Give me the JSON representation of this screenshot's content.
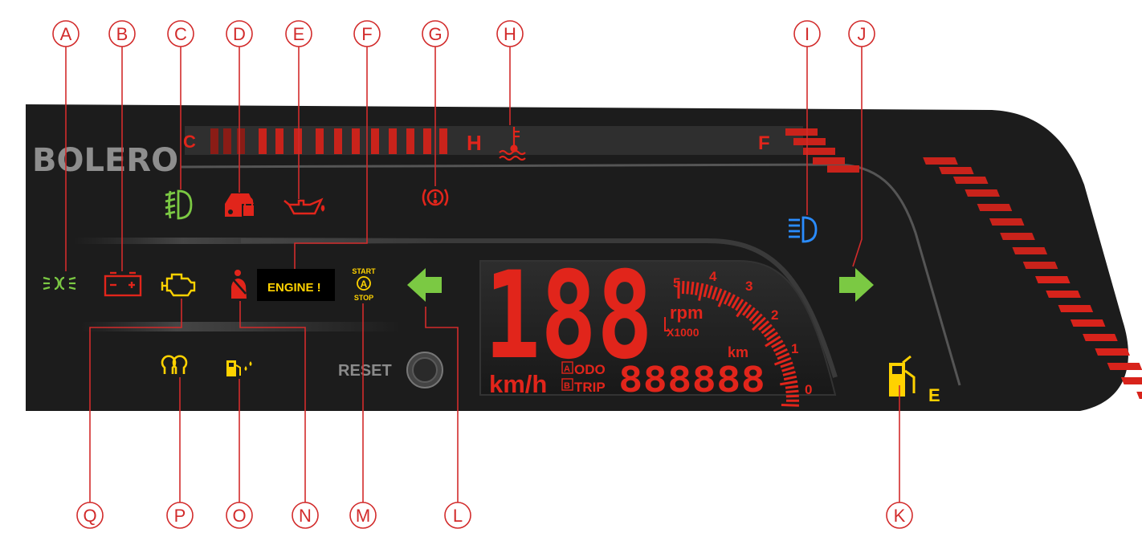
{
  "cluster": {
    "brand": "BOLERO",
    "temp_cold": "C",
    "temp_hot": "H",
    "fuel_full": "F",
    "fuel_empty": "E",
    "engine_message": "ENGINE !",
    "start_stop_top": "START",
    "start_stop_mid": "A",
    "start_stop_bottom": "STOP",
    "reset": "RESET",
    "speed_digits": "188",
    "speed_unit": "km/h",
    "odo_marker": "A",
    "odo_label": "ODO",
    "trip_marker": "B",
    "trip_label": "TRIP",
    "odometer_digits": "888888",
    "rpm_label": "rpm",
    "rpm_multiplier": "X1000",
    "rpm_km": "km",
    "rpm_ticks": [
      "5",
      "4",
      "3",
      "2",
      "1",
      "0"
    ]
  },
  "callouts": [
    {
      "id": "A",
      "icon": "position-lamp-icon"
    },
    {
      "id": "B",
      "icon": "battery-icon"
    },
    {
      "id": "C",
      "icon": "front-fog-lamp-icon"
    },
    {
      "id": "D",
      "icon": "immobilizer-icon"
    },
    {
      "id": "E",
      "icon": "oil-pressure-icon"
    },
    {
      "id": "F",
      "icon": "engine-message-display"
    },
    {
      "id": "G",
      "icon": "brake-warning-icon"
    },
    {
      "id": "H",
      "icon": "temperature-gauge"
    },
    {
      "id": "I",
      "icon": "high-beam-icon"
    },
    {
      "id": "J",
      "icon": "right-turn-indicator-icon"
    },
    {
      "id": "K",
      "icon": "fuel-gauge"
    },
    {
      "id": "L",
      "icon": "left-turn-indicator-icon"
    },
    {
      "id": "M",
      "icon": "start-stop-icon"
    },
    {
      "id": "N",
      "icon": "seat-belt-icon"
    },
    {
      "id": "O",
      "icon": "water-in-fuel-icon"
    },
    {
      "id": "P",
      "icon": "glow-plug-icon"
    },
    {
      "id": "Q",
      "icon": "check-engine-icon"
    }
  ],
  "colors": {
    "panel": "#1c1c1c",
    "red": "#e1251b",
    "green": "#7bc943",
    "yellow": "#ffd200",
    "blue": "#2a8cff",
    "callout": "#d22b2b"
  }
}
